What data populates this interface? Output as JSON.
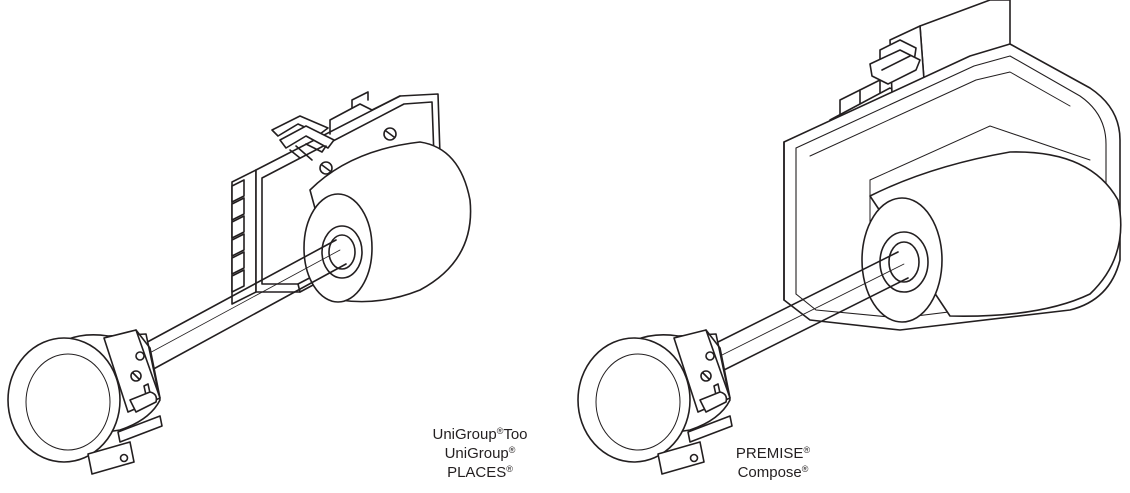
{
  "products_left": {
    "lines": [
      {
        "name": "UniGroup",
        "mark": "®",
        "suffix": "Too"
      },
      {
        "name": "UniGroup",
        "mark": "®",
        "suffix": ""
      },
      {
        "name": "PLACES",
        "mark": "®",
        "suffix": ""
      }
    ]
  },
  "products_right": {
    "lines": [
      {
        "name": "PREMISE",
        "mark": "®",
        "suffix": ""
      },
      {
        "name": "Compose",
        "mark": "®",
        "suffix": ""
      }
    ]
  },
  "colors": {
    "ink": "#231f20",
    "paper": "#ffffff"
  }
}
